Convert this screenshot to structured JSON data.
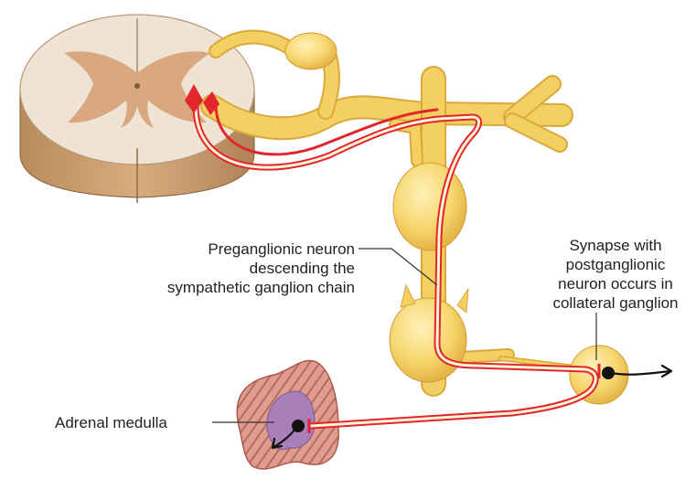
{
  "labels": {
    "preganglionic": [
      "Preganglionic neuron",
      "descending the",
      "sympathetic ganglion chain"
    ],
    "synapse": [
      "Synapse with",
      "postganglionic",
      "neuron occurs in",
      "collateral ganglion"
    ],
    "adrenal": "Adrenal medulla"
  },
  "colors": {
    "nerve": "#f4cf62",
    "nerve_edge": "#d9a93a",
    "neuron": "#e3262b",
    "spinal_white": "#efe4d3",
    "spinal_gray": "#d9a880",
    "spinal_side": "#c79a6a",
    "adrenal_cortex": "#dc9a8e",
    "adrenal_medulla": "#a87fb8",
    "leader": "#333333"
  }
}
